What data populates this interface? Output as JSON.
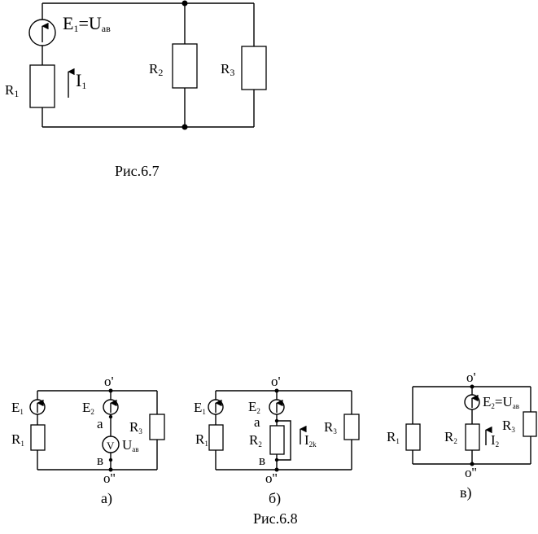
{
  "fig67": {
    "source_label": {
      "main": "E",
      "sub": "1",
      "eq": "=U",
      "sub2": "ав"
    },
    "r1": {
      "main": "R",
      "sub": "1"
    },
    "i1": {
      "main": "I",
      "sub": "1"
    },
    "r2": {
      "main": "R",
      "sub": "2"
    },
    "r3": {
      "main": "R",
      "sub": "3"
    },
    "caption": "Рис.6.7"
  },
  "fig68": {
    "a": {
      "e1": {
        "main": "E",
        "sub": "1"
      },
      "r1": {
        "main": "R",
        "sub": "1"
      },
      "o_top": "o'",
      "e2": {
        "main": "E",
        "sub": "2"
      },
      "node_a": "а",
      "voltmeter": "V",
      "uab": {
        "main": "U",
        "sub": "ав"
      },
      "node_b": "в",
      "o_bot": "o''",
      "r3": {
        "main": "R",
        "sub": "3"
      },
      "caption": "а)"
    },
    "b": {
      "e1": {
        "main": "E",
        "sub": "1"
      },
      "r1": {
        "main": "R",
        "sub": "1"
      },
      "o_top": "o'",
      "e2": {
        "main": "E",
        "sub": "2"
      },
      "node_a": "а",
      "r2": {
        "main": "R",
        "sub": "2"
      },
      "i2k": {
        "main": "I",
        "sub": "2k"
      },
      "node_b": "в",
      "o_bot": "o''",
      "r3": {
        "main": "R",
        "sub": "3"
      },
      "caption": "б)"
    },
    "c": {
      "o_top": "o'",
      "e2": {
        "main": "E",
        "sub": "2",
        "eq": "=U",
        "sub2": "ав"
      },
      "r1": {
        "main": "R",
        "sub": "1"
      },
      "r2": {
        "main": "R",
        "sub": "2"
      },
      "i2": {
        "main": "I",
        "sub": "2"
      },
      "r3": {
        "main": "R",
        "sub": "3"
      },
      "o_bot": "o''",
      "caption": "в)"
    },
    "caption": "Рис.6.8"
  }
}
